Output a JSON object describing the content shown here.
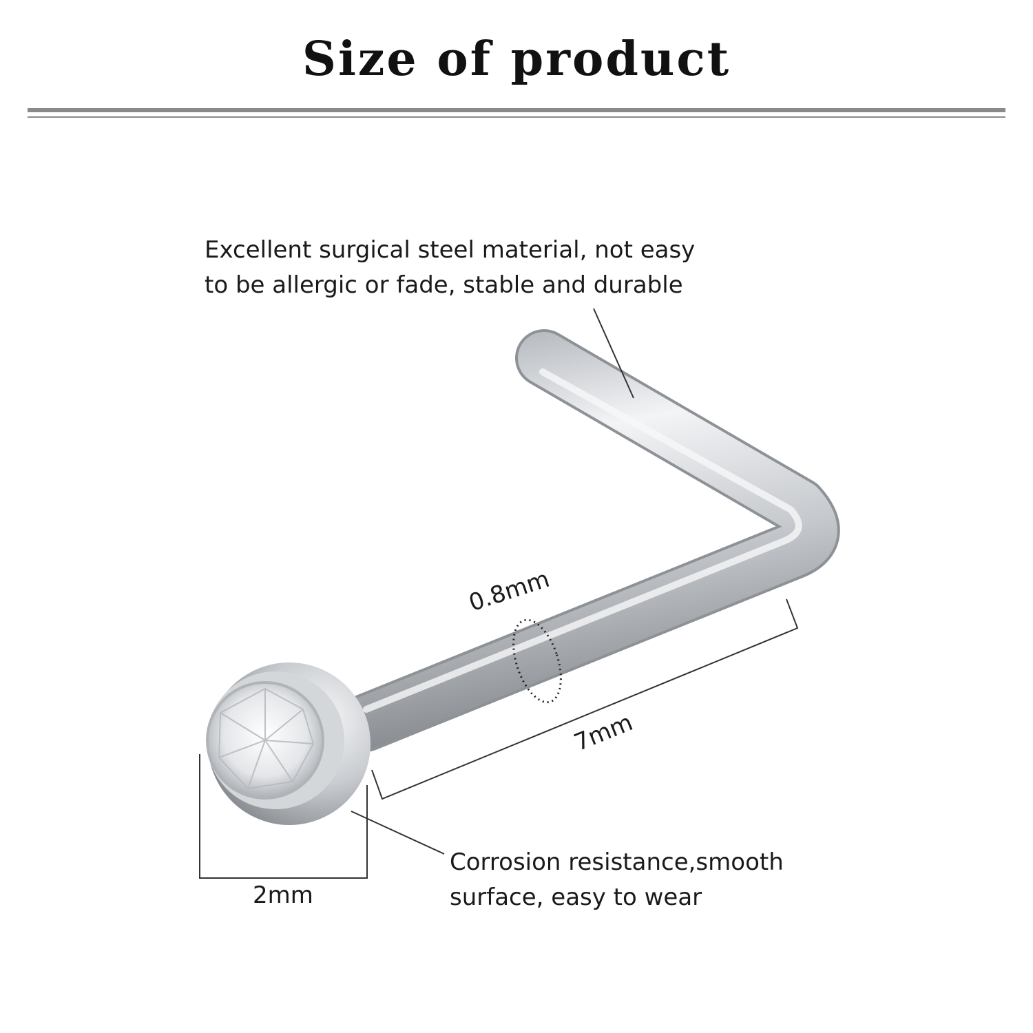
{
  "title": "Size of product",
  "callouts": {
    "material": {
      "line1": "Excellent surgical steel material, not easy",
      "line2": "to be allergic or fade, stable and durable"
    },
    "surface": {
      "line1": "Corrosion resistance,smooth",
      "line2": "surface, easy to wear"
    }
  },
  "dimensions": {
    "gauge": "0.8mm",
    "length": "7mm",
    "gem": "2mm"
  },
  "colors": {
    "title": "#111111",
    "rule": "#8a8a8a",
    "steel_light": "#f2f3f5",
    "steel_mid": "#c8cbcf",
    "steel_dark": "#8e9297"
  }
}
